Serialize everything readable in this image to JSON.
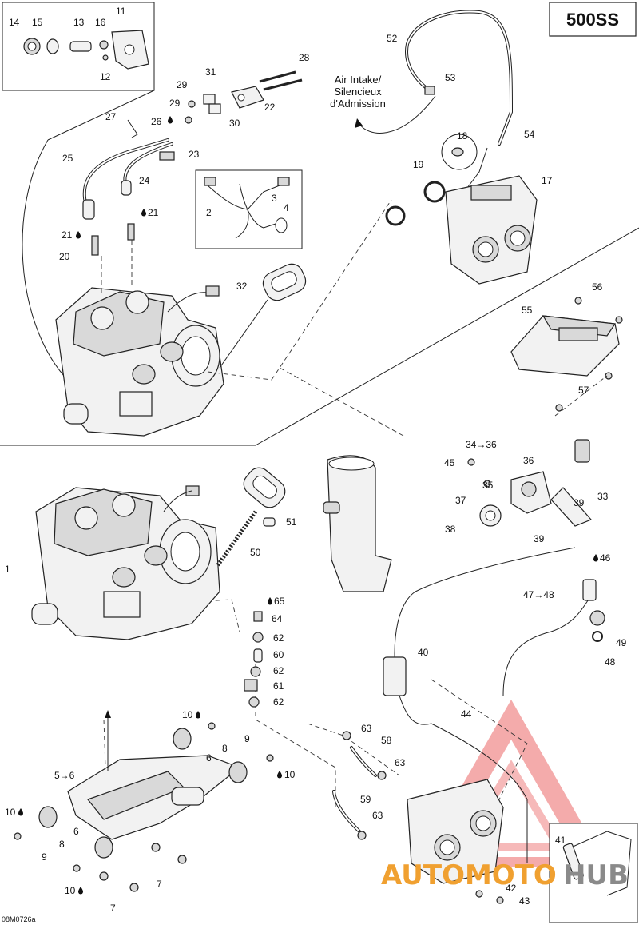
{
  "model_label": "500SS",
  "doc_id": "08M0726a",
  "air_intake_note": [
    "Air Intake/",
    "Silencieux",
    "d'Admission"
  ],
  "watermark": {
    "text_orange": "AUTOMOTO",
    "text_gray": "HUB",
    "color_orange": "#f0a030",
    "color_gray": "#8a8a8a",
    "color_triangle": "#e84a4a"
  },
  "callouts": {
    "c1": "1",
    "c2": "2",
    "c3": "3",
    "c4": "4",
    "c5_6": "5→6",
    "c6a": "6",
    "c6b": "6",
    "c7a": "7",
    "c7b": "7",
    "c8a": "8",
    "c8b": "8",
    "c9a": "9",
    "c9b": "9",
    "c10a": "10",
    "c10b": "10",
    "c10c": "10",
    "c10d": "10",
    "c11": "11",
    "c12": "12",
    "c13": "13",
    "c14": "14",
    "c15": "15",
    "c16": "16",
    "c17": "17",
    "c18": "18",
    "c19": "19",
    "c20": "20",
    "c21a": "21",
    "c21b": "21",
    "c22": "22",
    "c23": "23",
    "c24": "24",
    "c25": "25",
    "c26": "26",
    "c27": "27",
    "c28": "28",
    "c29a": "29",
    "c29b": "29",
    "c30": "30",
    "c31": "31",
    "c32": "32",
    "c33": "33",
    "c34_36": "34→36",
    "c35": "35",
    "c36": "36",
    "c37": "37",
    "c38": "38",
    "c39a": "39",
    "c39b": "39",
    "c40": "40",
    "c41": "41",
    "c42": "42",
    "c43": "43",
    "c44": "44",
    "c45": "45",
    "c46": "46",
    "c47_48": "47→48",
    "c48": "48",
    "c49": "49",
    "c50": "50",
    "c51": "51",
    "c52": "52",
    "c53": "53",
    "c54": "54",
    "c55": "55",
    "c56": "56",
    "c57": "57",
    "c58": "58",
    "c59": "59",
    "c60": "60",
    "c61": "61",
    "c62a": "62",
    "c62b": "62",
    "c62c": "62",
    "c63a": "63",
    "c63b": "63",
    "c63c": "63",
    "c64": "64",
    "c65": "65"
  }
}
